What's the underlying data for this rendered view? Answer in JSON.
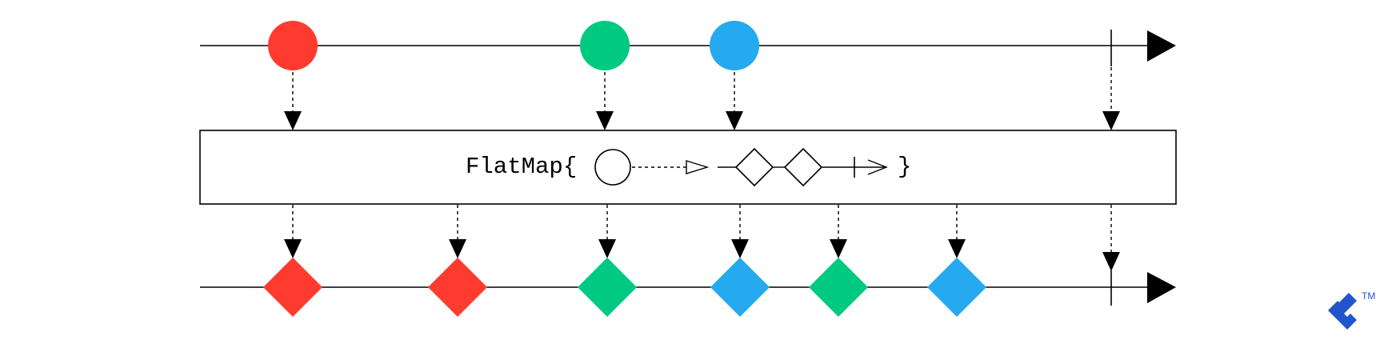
{
  "operator": {
    "prefix": "FlatMap{",
    "suffix": "}"
  },
  "colors": {
    "red": "#ff3b30",
    "green": "#00c982",
    "blue": "#25a9ef",
    "line": "#000000",
    "logo": "#2255cc"
  },
  "input_stream": {
    "events": [
      {
        "shape": "circle",
        "color": "red"
      },
      {
        "shape": "circle",
        "color": "green"
      },
      {
        "shape": "circle",
        "color": "blue"
      },
      {
        "shape": "complete"
      }
    ]
  },
  "output_stream": {
    "events": [
      {
        "shape": "diamond",
        "color": "red"
      },
      {
        "shape": "diamond",
        "color": "red"
      },
      {
        "shape": "diamond",
        "color": "green"
      },
      {
        "shape": "diamond",
        "color": "blue"
      },
      {
        "shape": "diamond",
        "color": "green"
      },
      {
        "shape": "diamond",
        "color": "blue"
      },
      {
        "shape": "complete"
      }
    ]
  },
  "logo": {
    "icon": "toptal-logo-icon",
    "trademark": "TM"
  }
}
